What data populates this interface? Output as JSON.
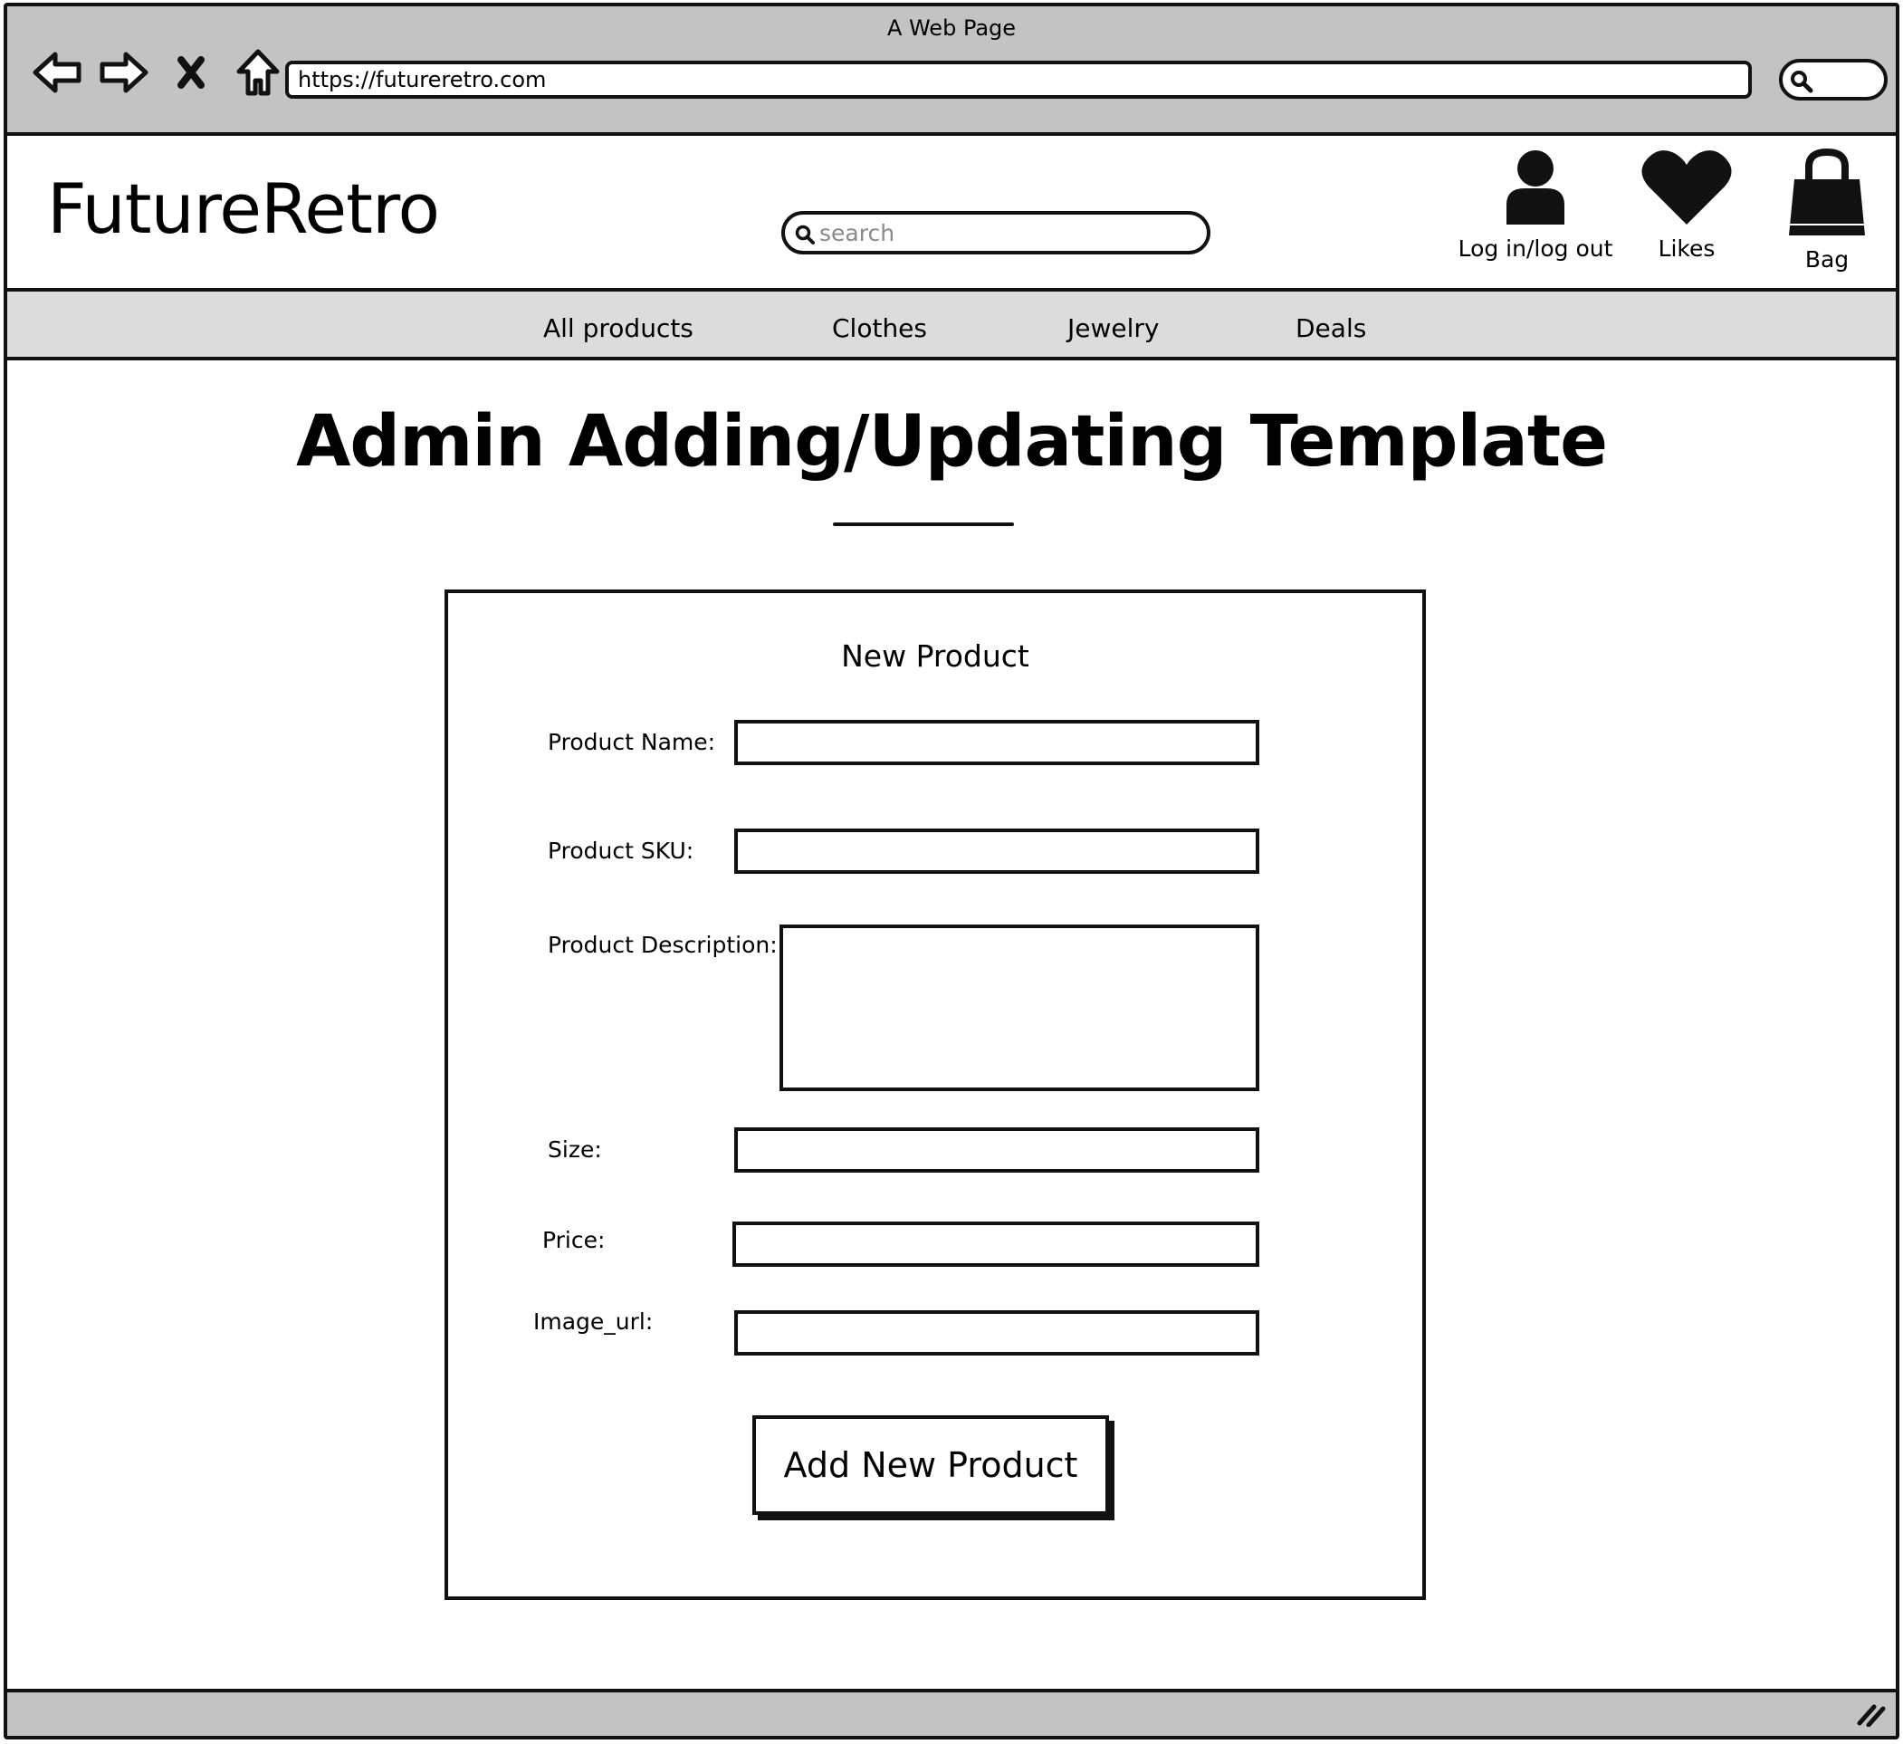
{
  "browser": {
    "title": "A Web Page",
    "url": "https://futureretro.com",
    "nav_icons": [
      "back-arrow-icon",
      "forward-arrow-icon",
      "close-x-icon",
      "home-icon"
    ],
    "search_icon": "search-icon"
  },
  "header": {
    "logo": "FutureRetro",
    "search_placeholder": "search",
    "actions": [
      {
        "label": "Log in/log out",
        "icon": "user-icon"
      },
      {
        "label": "Likes",
        "icon": "heart-icon"
      },
      {
        "label": "Bag",
        "icon": "shopping-bag-icon"
      }
    ]
  },
  "nav": {
    "items": [
      "All products",
      "Clothes",
      "Jewelry",
      "Deals"
    ]
  },
  "main": {
    "page_title": "Admin Adding/Updating Template"
  },
  "form": {
    "title": "New Product",
    "fields": {
      "product_name": {
        "label": "Product Name:",
        "value": ""
      },
      "product_sku": {
        "label": "Product SKU:",
        "value": ""
      },
      "product_description": {
        "label": "Product Description:",
        "value": ""
      },
      "size": {
        "label": "Size:",
        "value": ""
      },
      "price": {
        "label": "Price:",
        "value": ""
      },
      "image_url": {
        "label": "Image_url:",
        "value": ""
      }
    },
    "submit_label": "Add New Product"
  },
  "colors": {
    "chrome_gray": "#c3c3c3",
    "nav_gray": "#dcdcdc",
    "stroke": "#111111"
  }
}
